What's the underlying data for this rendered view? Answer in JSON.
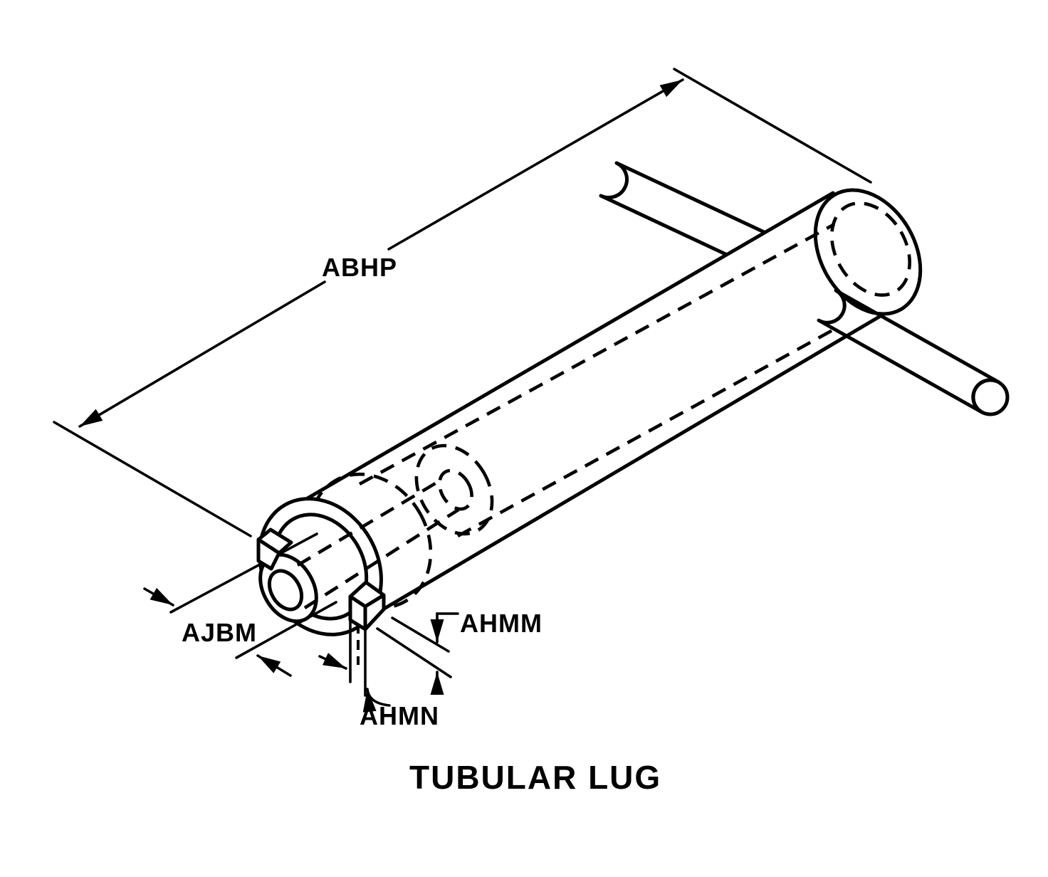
{
  "page": {
    "background_color": "#ffffff",
    "ink_color": "#000000"
  },
  "diagram": {
    "type": "isometric engineering line drawing",
    "title": "TUBULAR LUG",
    "labels": {
      "overall_length": "ABHP",
      "lug_boss_diameter": "AJBM",
      "flange_lip_height": "AHMM",
      "tab_width": "AHMN"
    }
  }
}
